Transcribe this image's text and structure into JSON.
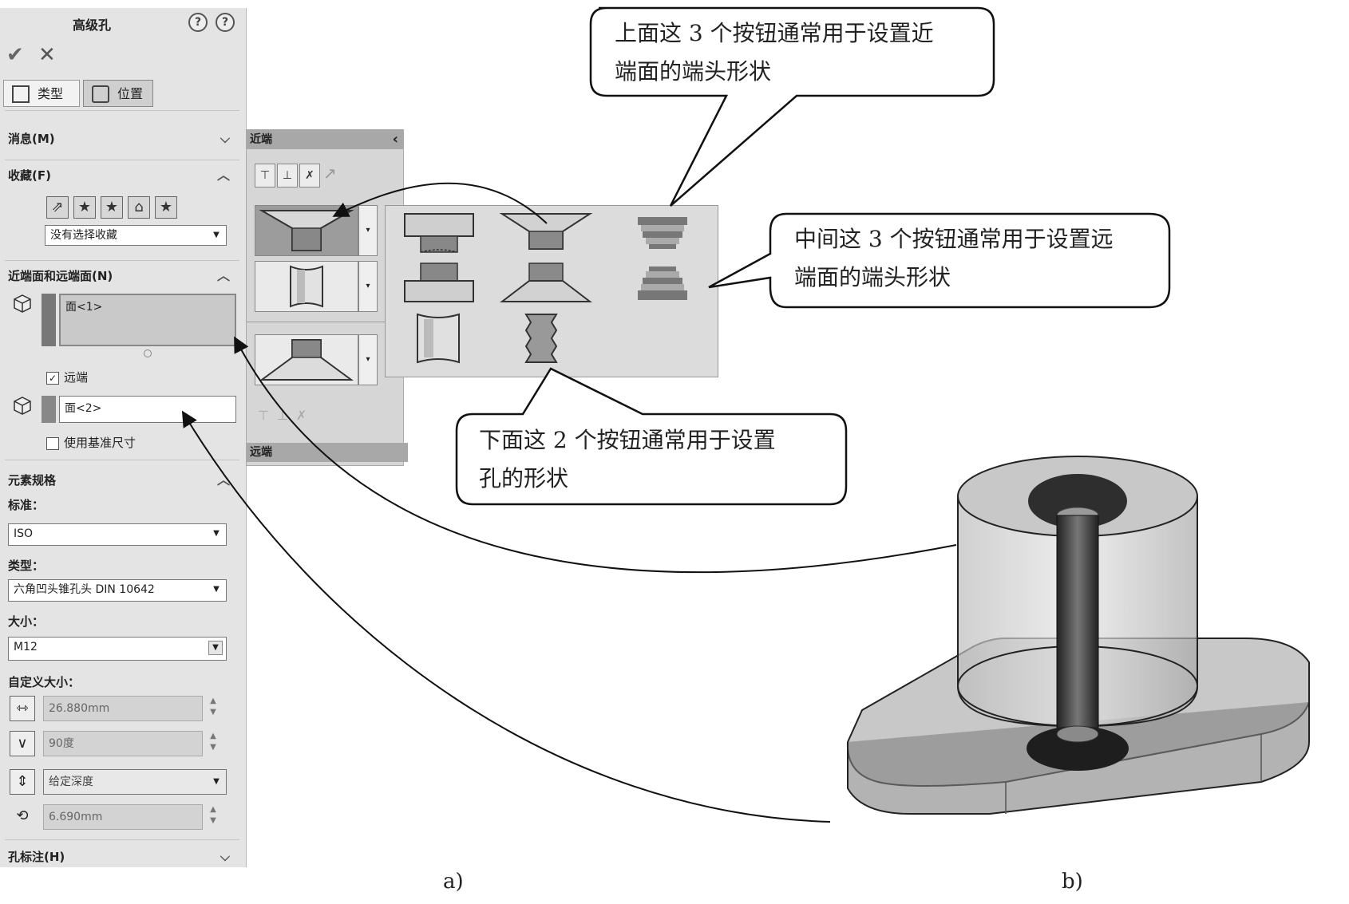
{
  "panel": {
    "title": "高级孔",
    "help1": "?",
    "help2": "?",
    "ok": "✔",
    "cancel": "✕",
    "tabs": [
      {
        "label": "类型"
      },
      {
        "label": "位置"
      }
    ],
    "sections": {
      "message": "消息(M)",
      "favorites": "收藏(F)",
      "faces": "近端面和远端面(N)",
      "element_spec": "元素规格",
      "hole_callout": "孔标注(H)"
    },
    "favorite_select": "没有选择收藏",
    "face1": "面<1>",
    "far_end_label": "远端",
    "far_end_checked": true,
    "face2": "面<2>",
    "use_base_dim_label": "使用基准尺寸",
    "use_base_dim_checked": false,
    "standard_label": "标准：",
    "standard_value": "ISO",
    "type_label": "类型：",
    "type_value": "六角凹头锥孔头 DIN 10642",
    "size_label": "大小：",
    "size_value": "M12",
    "custom_size_label": "自定义大小：",
    "dim1": "26.880mm",
    "dim2": "90度",
    "dim3": "给定深度",
    "dim4": "6.690mm"
  },
  "flyout": {
    "near_label": "近端",
    "far_label": "远端",
    "collapse": "‹",
    "dropdown_arrow": "▾"
  },
  "callouts": {
    "top": [
      "上面这 3 个按钮通常用于设置近",
      "端面的端头形状"
    ],
    "middle": [
      "中间这 3 个按钮通常用于设置远",
      "端面的端头形状"
    ],
    "bottom": [
      "下面这 2 个按钮通常用于设置",
      "孔的形状"
    ]
  },
  "captions": {
    "a": "a)",
    "b": "b)"
  }
}
